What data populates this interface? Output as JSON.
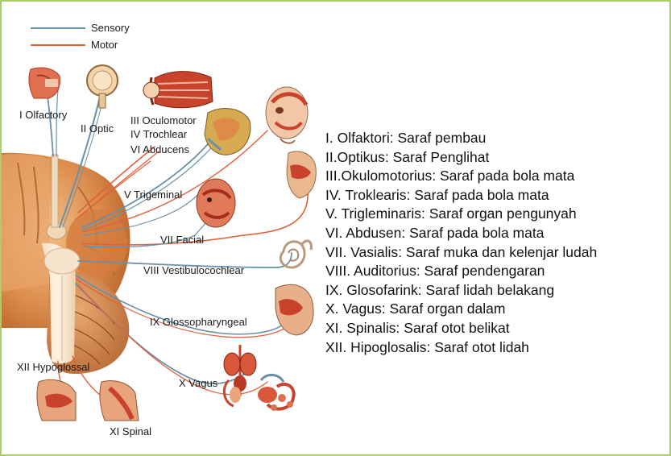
{
  "legend": {
    "sensory": "Sensory",
    "motor": "Motor",
    "sensory_color": "#6a8fa8",
    "motor_color": "#e0603a"
  },
  "nerve_labels": {
    "olfactory": "I Olfactory",
    "optic": "II Optic",
    "oculomotor": "III Oculomotor",
    "trochlear": "IV Trochlear",
    "abducens": "VI Abducens",
    "trigeminal": "V Trigeminal",
    "facial": "VII Facial",
    "vestibulocochlear": "VIII Vestibulocochlear",
    "glossopharyngeal": "IX Glossopharyngeal",
    "vagus": "X Vagus",
    "hypoglossal": "XII Hypoglossal",
    "spinal": "XI Spinal"
  },
  "descriptions": [
    "I. Olfaktori: Saraf pembau",
    "II.Optikus: Saraf Penglihat",
    "III.Okulomotorius: Saraf pada bola mata",
    "IV. Troklearis: Saraf pada bola mata",
    "V. Trigleminaris: Saraf organ pengunyah",
    "VI. Abdusen: Saraf pada bola mata",
    "VII. Vasialis: Saraf muka dan kelenjar ludah",
    "VIII. Auditorius: Saraf pendengaran",
    "IX. Glosofarink: Saraf lidah belakang",
    "X. Vagus: Saraf organ dalam",
    "XI. Spinalis: Saraf otot belikat",
    "XII. Hipoglosalis: Saraf otot lidah"
  ],
  "colors": {
    "border": "#a8cf6a",
    "brain": "#d9894a",
    "flesh": "#e8b89a",
    "muscle": "#c9432c"
  }
}
